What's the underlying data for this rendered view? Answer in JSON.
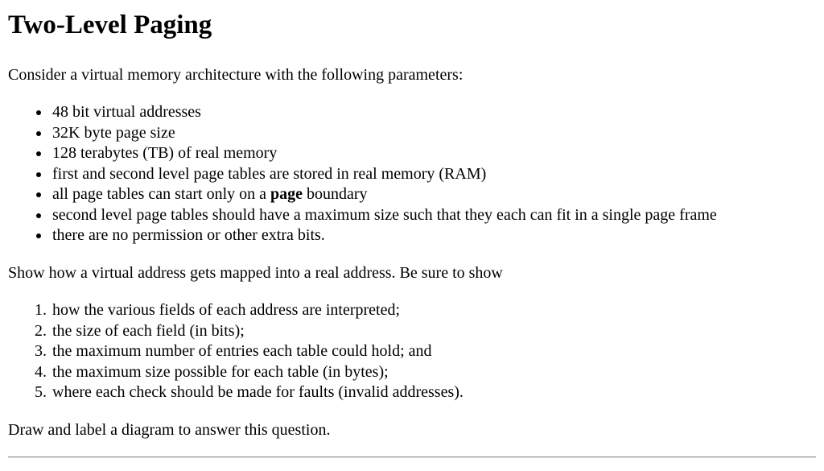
{
  "page": {
    "title": "Two-Level Paging",
    "intro": "Consider a virtual memory architecture with the following parameters:",
    "bullets": [
      {
        "text": "48 bit virtual addresses"
      },
      {
        "text": "32K byte page size"
      },
      {
        "text": "128 terabytes (TB) of real memory"
      },
      {
        "text": "first and second level page tables are stored in real memory (RAM)"
      },
      {
        "pre": "all page tables can start only on a ",
        "bold": "page",
        "post": " boundary"
      },
      {
        "text": "second level page tables should have a maximum size such that they each can fit in a single page frame"
      },
      {
        "text": "there are no permission or other extra bits."
      }
    ],
    "show_paragraph": "Show how a virtual address gets mapped into a real address. Be sure to show",
    "numbered": [
      "how the various fields of each address are interpreted;",
      "the size of each field (in bits);",
      "the maximum number of entries each table could hold; and",
      "the maximum size possible for each table (in bytes);",
      "where each check should be made for faults (invalid addresses)."
    ],
    "closing": "Draw and label a diagram to answer this question."
  },
  "colors": {
    "text": "#000000",
    "background": "#ffffff",
    "rule_gray": "#8c8c8c"
  }
}
